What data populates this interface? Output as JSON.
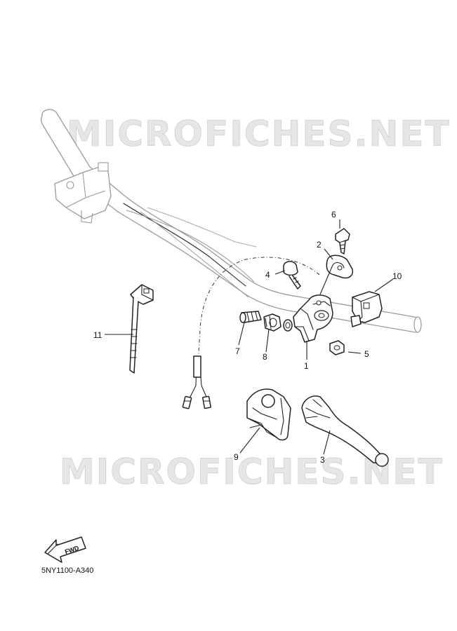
{
  "watermark": {
    "top": "MICROFICHES.NET",
    "bottom": "MICROFICHES.NET"
  },
  "callouts": {
    "p1": "1",
    "p2": "2",
    "p3": "3",
    "p4": "4",
    "p5": "5",
    "p6": "6",
    "p7": "7",
    "p8": "8",
    "p9": "9",
    "p10": "10",
    "p11": "11"
  },
  "direction_arrow": {
    "label": "FWD",
    "icon": "fwd-arrow-icon"
  },
  "diagram_code": "5NY1100-A340"
}
